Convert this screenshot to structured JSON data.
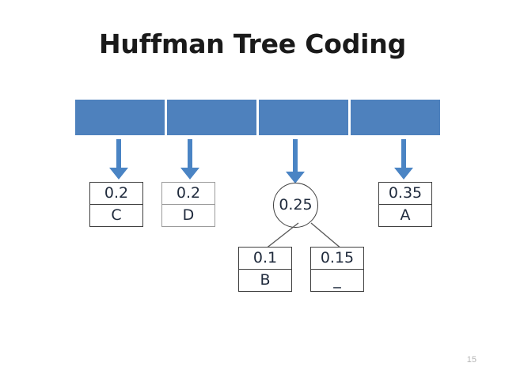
{
  "slide": {
    "title": "Huffman Tree Coding",
    "page_number": "15",
    "background_color": "#ffffff",
    "accent_color": "#4e81bd"
  },
  "array_bar": {
    "cells": [
      {
        "label": ""
      },
      {
        "label": ""
      },
      {
        "label": ""
      },
      {
        "label": ""
      }
    ]
  },
  "arrows": [
    {
      "name": "arrow-to-c"
    },
    {
      "name": "arrow-to-d"
    },
    {
      "name": "arrow-to-merged-node"
    },
    {
      "name": "arrow-to-a"
    }
  ],
  "tree": {
    "leaves": [
      {
        "weight": "0.2",
        "symbol": "C"
      },
      {
        "weight": "0.2",
        "symbol": "D"
      },
      {
        "weight": "0.35",
        "symbol": "A"
      }
    ],
    "internal_node": {
      "weight": "0.25"
    },
    "children": [
      {
        "weight": "0.1",
        "symbol": "B"
      },
      {
        "weight": "0.15",
        "symbol": "_"
      }
    ]
  }
}
